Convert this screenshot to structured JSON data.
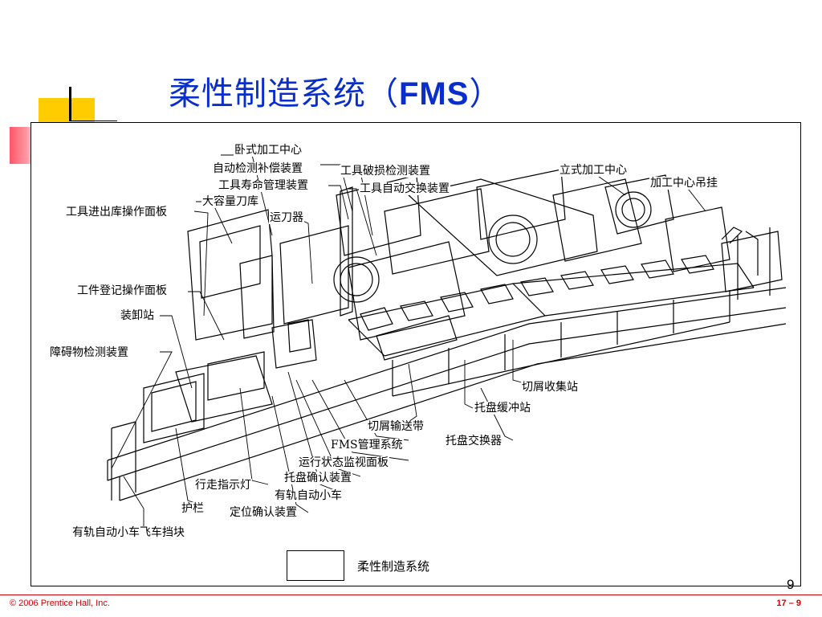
{
  "slide": {
    "title_cn": "柔性制造系统（",
    "title_latin": "FMS",
    "title_close": "）",
    "page_number": "9",
    "copyright": "© 2006 Prentice Hall, Inc.",
    "slide_number": "17 – 9"
  },
  "diagram": {
    "labels": [
      "卧式加工中心",
      "自动检测补偿装置",
      "工具寿命管理装置",
      "大容量刀库",
      "工具进出库操作面板",
      "运刀器",
      "工具破损检测装置",
      "工具自动交换装置",
      "立式加工中心",
      "加工中心吊挂",
      "工件登记操作面板",
      "装卸站",
      "障碍物检测装置",
      "切屑收集站",
      "托盘缓冲站",
      "切屑输送带",
      "托盘交换器",
      "FMS管理系统",
      "运行状态监视面板",
      "托盘确认装置",
      "行走指示灯",
      "有轨自动小车",
      "护栏",
      "定位确认装置",
      "有轨自动小车飞车挡块"
    ],
    "legend_text": "柔性制造系统"
  },
  "colors": {
    "title": "#0a2ecc",
    "footer": "#cc0000",
    "accent_yellow": "#ffcc00",
    "accent_pink": "#ff5566"
  }
}
